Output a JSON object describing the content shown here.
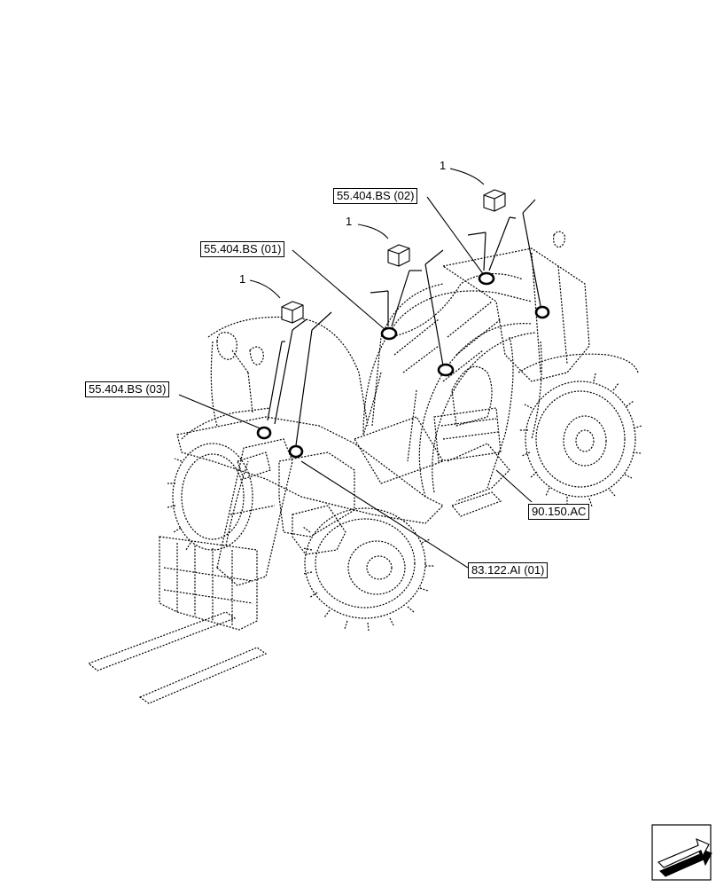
{
  "callouts": {
    "ref_55404bs_02": "55.404.BS (02)",
    "ref_55404bs_01": "55.404.BS (01)",
    "ref_55404bs_03": "55.404.BS (03)",
    "ref_90150ac": "90.150.AC",
    "ref_83122ai_01": "83.122.AI (01)"
  },
  "item_numbers": {
    "item_top": "1",
    "item_middle": "1",
    "item_left": "1"
  },
  "icons": {
    "orientation": "direction-arrow-icon"
  }
}
